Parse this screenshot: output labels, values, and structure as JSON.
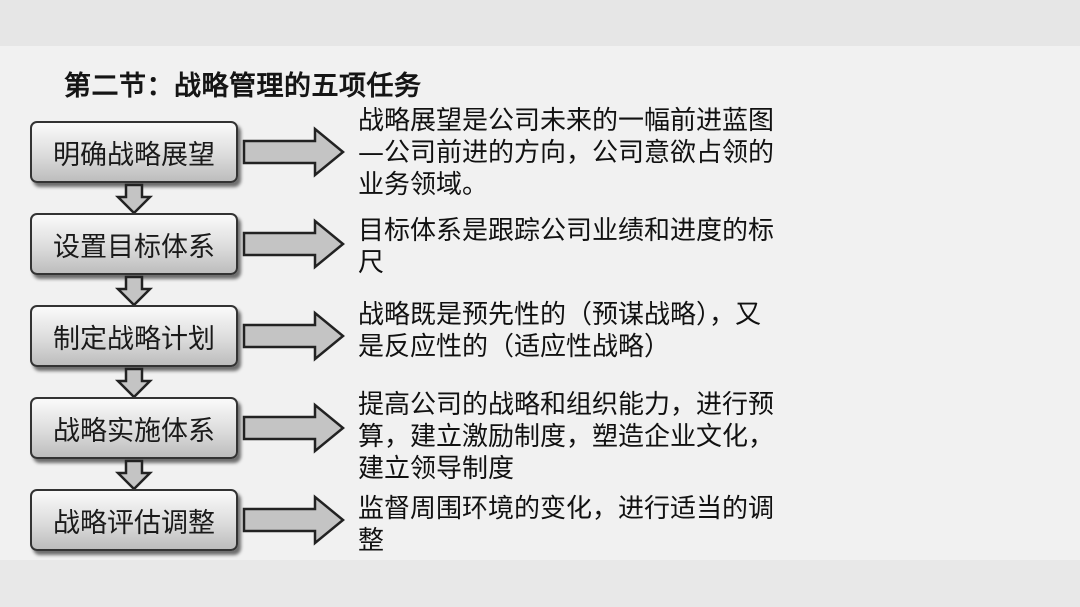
{
  "title": "第二节：战略管理的五项任务",
  "steps": [
    {
      "label": "明确战略展望",
      "description": "战略展望是公司未来的一幅前进蓝图—公司前进的方向，公司意欲占领的业务领域。"
    },
    {
      "label": "设置目标体系",
      "description": "目标体系是跟踪公司业绩和进度的标尺"
    },
    {
      "label": "制定战略计划",
      "description": "战略既是预先性的（预谋战略），又是反应性的（适应性战略）"
    },
    {
      "label": "战略实施体系",
      "description": "提高公司的战略和组织能力，进行预算，建立激励制度，塑造企业文化，建立领导制度"
    },
    {
      "label": "战略评估调整",
      "description": "监督周围环境的变化，进行适当的调整"
    }
  ],
  "colors": {
    "arrow_fill": "#c4c4c4",
    "arrow_stroke": "#222222",
    "box_border": "#333333"
  }
}
